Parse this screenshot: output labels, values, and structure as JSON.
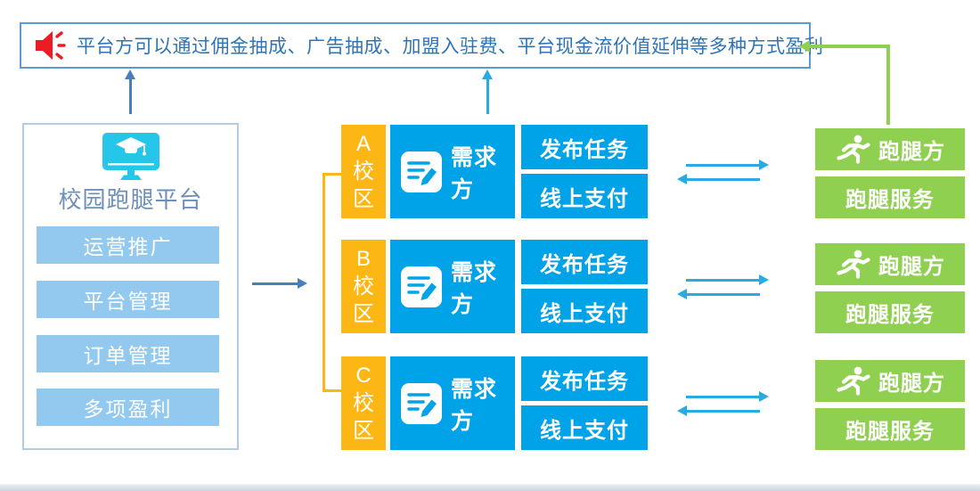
{
  "banner": {
    "text": "平台方可以通过佣金抽成、广告抽成、加盟入驻费、平台现金流价值延伸等多种方式盈利",
    "icon": "megaphone-icon"
  },
  "platform": {
    "icon": "monitor-graduation-icon",
    "title": "校园跑腿平台",
    "items": [
      {
        "label": "运营推广"
      },
      {
        "label": "平台管理"
      },
      {
        "label": "订单管理"
      },
      {
        "label": "多项盈利"
      }
    ]
  },
  "campuses": [
    {
      "label": "A校区"
    },
    {
      "label": "B校区"
    },
    {
      "label": "C校区"
    }
  ],
  "demand_side": {
    "icon": "edit-note-icon",
    "label": "需求方",
    "tasks": [
      {
        "label": "发布任务"
      },
      {
        "label": "线上支付"
      }
    ]
  },
  "runner_side": {
    "icon": "runner-icon",
    "label": "跑腿方",
    "service_label": "跑腿服务"
  },
  "colors": {
    "box_blue": "#00a2e8",
    "box_orange": "#fdb714",
    "box_green": "#8fd051",
    "button_light_blue": "#93c9ef",
    "banner_border": "#5b9bd5",
    "banner_text": "#2e74b5",
    "speaker_red": "#ed1c24",
    "monitor_cyan": "#26c6ea",
    "arrow_steel_blue": "#4a7ebb",
    "arrow_bright_blue": "#29abe2",
    "panel_title_text": "#6f8fba"
  }
}
